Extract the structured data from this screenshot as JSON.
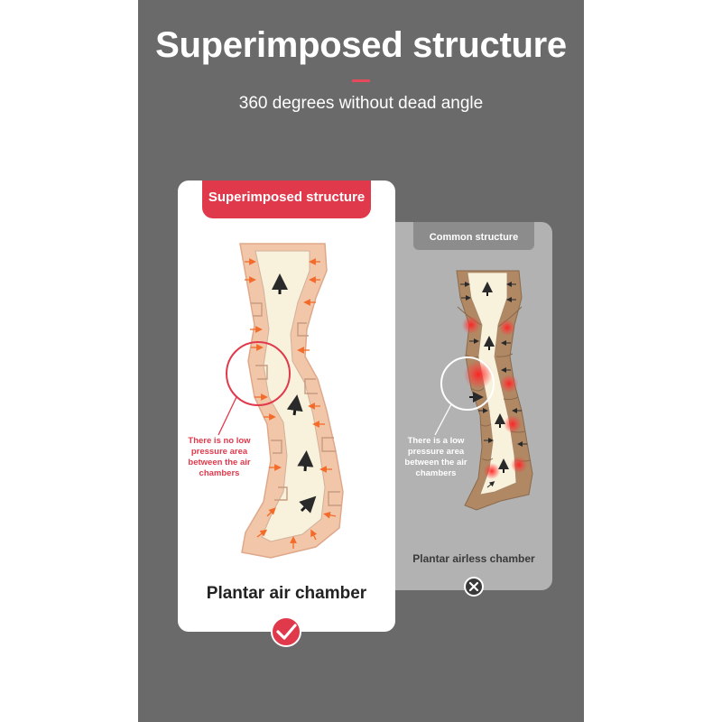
{
  "header": {
    "title": "Superimposed structure",
    "subtitle": "360 degrees without dead angle"
  },
  "left_card": {
    "tag": "Superimposed structure",
    "note": "There is no low pressure area between the air chambers",
    "footer": "Plantar air chamber",
    "status_icon": "check-icon"
  },
  "right_card": {
    "tag": "Common structure",
    "note": "There is a low pressure area between the air chambers",
    "footer": "Plantar airless chamber",
    "status_icon": "x-icon"
  },
  "colors": {
    "background": "#6a6a6a",
    "accent_red": "#e0394b",
    "chamber_fill": "#f8f2dc",
    "chamber_border_left": "#f2c6a8",
    "chamber_fill_right": "#b08864",
    "comparison_card": "#b2b2b2"
  }
}
